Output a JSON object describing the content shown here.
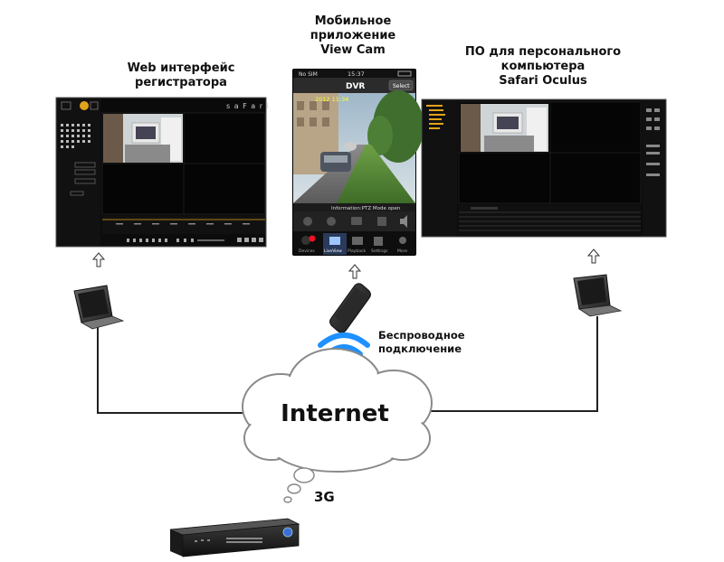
{
  "captions": {
    "web": [
      "Web интерфейс",
      "регистратора"
    ],
    "mobile": [
      "Мобильное",
      "приложение",
      "View Cam"
    ],
    "pc": [
      "ПО для персонального",
      "компьютера",
      "Safari Oculus"
    ]
  },
  "web_ui": {
    "brand": "s a F a r i"
  },
  "phone_ui": {
    "carrier": "No SIM",
    "time": "15:37",
    "title": "DVR",
    "select_button": "Select",
    "timestamp": "2012 11:34",
    "status_message": "Information:PTZ Mode open",
    "tabs": [
      "Devices",
      "LiveView",
      "Playback",
      "Settings",
      "More"
    ]
  },
  "labels": {
    "wireless": [
      "Беспроводное",
      "подключение"
    ],
    "internet": "Internet",
    "mobile_network": "3G"
  },
  "colors": {
    "line": "#222222",
    "wifi": "#1e90ff",
    "ui_bg": "#0c0c0c",
    "accent": "#e3a21a"
  }
}
